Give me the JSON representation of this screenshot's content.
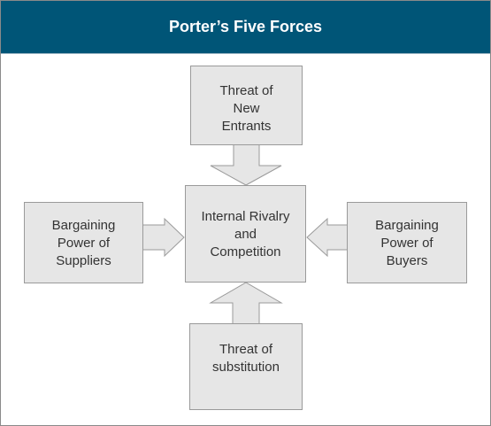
{
  "title": "Porter’s Five Forces",
  "forces": {
    "top": [
      "Threat of",
      "New",
      "Entrants"
    ],
    "center": [
      "Internal Rivalry",
      "and",
      "Competition"
    ],
    "left": [
      "Bargaining",
      "Power of",
      "Suppliers"
    ],
    "right": [
      "Bargaining",
      "Power of",
      "Buyers"
    ],
    "bottom": [
      "Threat of",
      "substitution"
    ]
  },
  "colors": {
    "header": "#005577",
    "box_fill": "#e6e6e6",
    "box_border": "#9a9a9a",
    "text": "#333333"
  }
}
